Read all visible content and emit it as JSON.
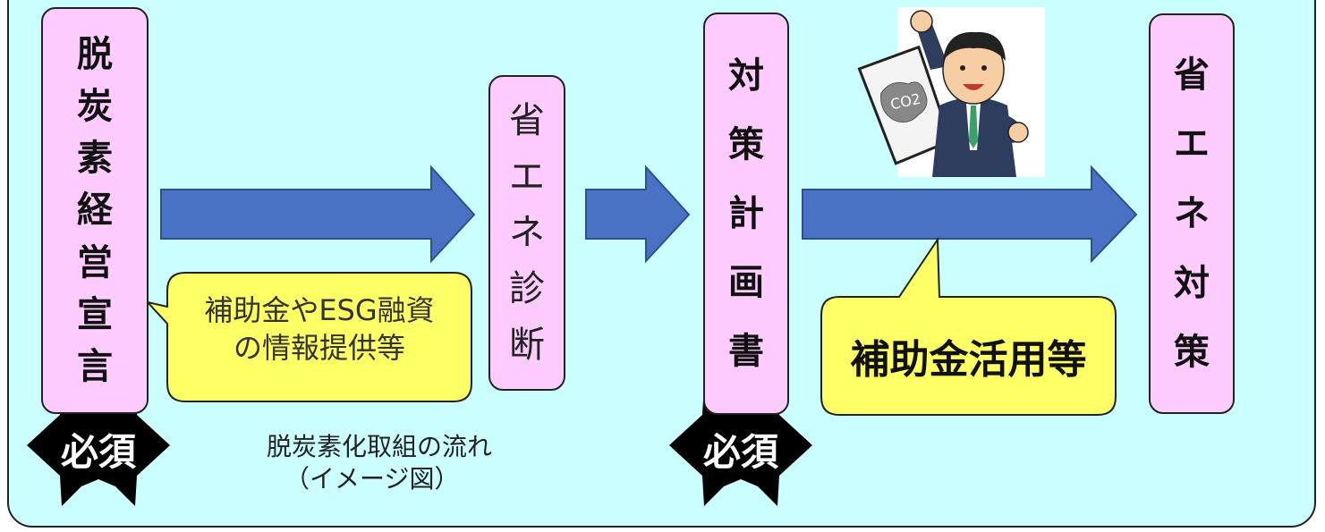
{
  "boxes": {
    "declaration": [
      "脱",
      "炭",
      "素",
      "経",
      "営",
      "宣",
      "言"
    ],
    "diagnosis": [
      "省",
      "エ",
      "ネ",
      "診",
      "断"
    ],
    "plan": [
      "対",
      "策",
      "計",
      "画",
      "書"
    ],
    "measures": [
      "省",
      "エ",
      "ネ",
      "対",
      "策"
    ]
  },
  "bubbles": {
    "subsidy_info_line1": "補助金やESG融資",
    "subsidy_info_line2": "の情報提供等",
    "subsidy_use": "補助金活用等"
  },
  "badges": {
    "required_1": "必須",
    "required_2": "必須"
  },
  "caption": {
    "line1": "脱炭素化取組の流れ",
    "line2": "（イメージ図）"
  },
  "illustration": {
    "icon": "businessman-with-co2-document-icon",
    "label": "CO2"
  },
  "colors": {
    "background": "#ccffff",
    "box": "#ffccff",
    "arrow": "#4a72c4",
    "bubble": "#ffff66",
    "badge": "#000000"
  }
}
